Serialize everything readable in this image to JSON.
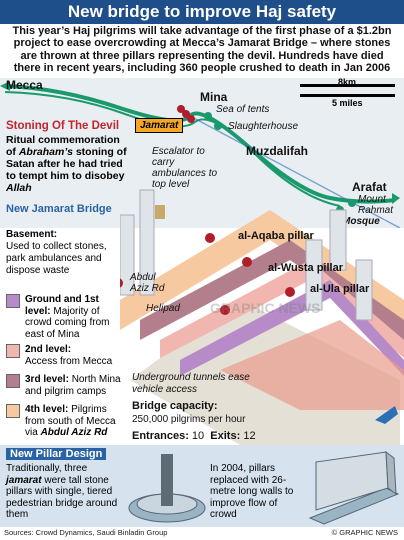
{
  "title": "New bridge to improve Haj safety",
  "intro": "This year’s Haj pilgrims will take advantage of the first phase of a $1.2bn project to ease overcrowding at Mecca’s Jamarat Bridge – where stones are thrown at three pillars representing the devil. Hundreds have died there in recent years, including 360 people crushed to death in Jan 2006",
  "map": {
    "scale_km": "8km",
    "scale_miles": "5 miles",
    "mecca": "Mecca",
    "mina": "Mina",
    "sea_of_tents": "Sea of tents",
    "slaughterhouse": "Slaughterhouse",
    "muzdalifah": "Muzdalifah",
    "arafat": "Arafat",
    "mount_rahmat": "Mount Rahmat",
    "mosque": "Mosque",
    "jamarat": "Jamarat"
  },
  "stoning": {
    "heading": "Stoning Of The Devil",
    "body_1": "Ritual commemoration of ",
    "body_2": "Abraham’s",
    "body_3": " stoning of Satan after he had tried to tempt him to disobey ",
    "body_4": "Allah"
  },
  "escalator": "Escalator to carry ambulances to top level",
  "new_bridge": {
    "heading": "New Jamarat Bridge",
    "basement_title": "Basement:",
    "basement_body": "Used to collect stones, park ambulances and dispose waste",
    "ground_title": "Ground and 1st level:",
    "ground_body": "Majority of crowd coming from east of Mina",
    "second_title": "2nd level:",
    "second_body": "Access from Mecca",
    "third_title": "3rd level:",
    "third_body": "North Mina and pilgrim camps",
    "fourth_title": "4th level:",
    "fourth_body_1": "Pilgrims from south of Mecca via ",
    "fourth_body_2": "Abdul Aziz Rd"
  },
  "pillars": {
    "aqaba": "al-Aqaba pillar",
    "wusta": "al-Wusta pillar",
    "ula": "al-Ula pillar",
    "abdul_aziz": "Abdul Aziz Rd",
    "helipad": "Helipad"
  },
  "tunnels": "Underground tunnels ease vehicle access",
  "capacity": {
    "label": "Bridge capacity:",
    "value": "250,000 pilgrims per hour",
    "entrances_label": "Entrances:",
    "entrances": "10",
    "exits_label": "Exits:",
    "exits": "12"
  },
  "new_pillar": {
    "heading": "New Pillar Design",
    "left_1": "Traditionally, three ",
    "left_2": "jamarat",
    "left_3": " were tall stone pillars with single, tiered pedestrian bridge around them",
    "right": "In 2004, pillars replaced with 26-metre long walls to improve flow of crowd"
  },
  "watermark": "GRAPHIC NEWS",
  "sources": "Sources: Crowd Dynamics, Saudi Binladin Group",
  "copyright": "© GRAPHIC NEWS",
  "colors": {
    "title_bg": "#1f4f8b",
    "heading_red": "#c0262d",
    "heading_blue": "#2a62a6",
    "route_green": "#1a9a6c",
    "level_basement": "#e5e0d6",
    "level_ground": "#b78bc7",
    "level_2": "#f2b6b0",
    "level_3": "#b47f8c",
    "level_4": "#f7c9a0"
  }
}
